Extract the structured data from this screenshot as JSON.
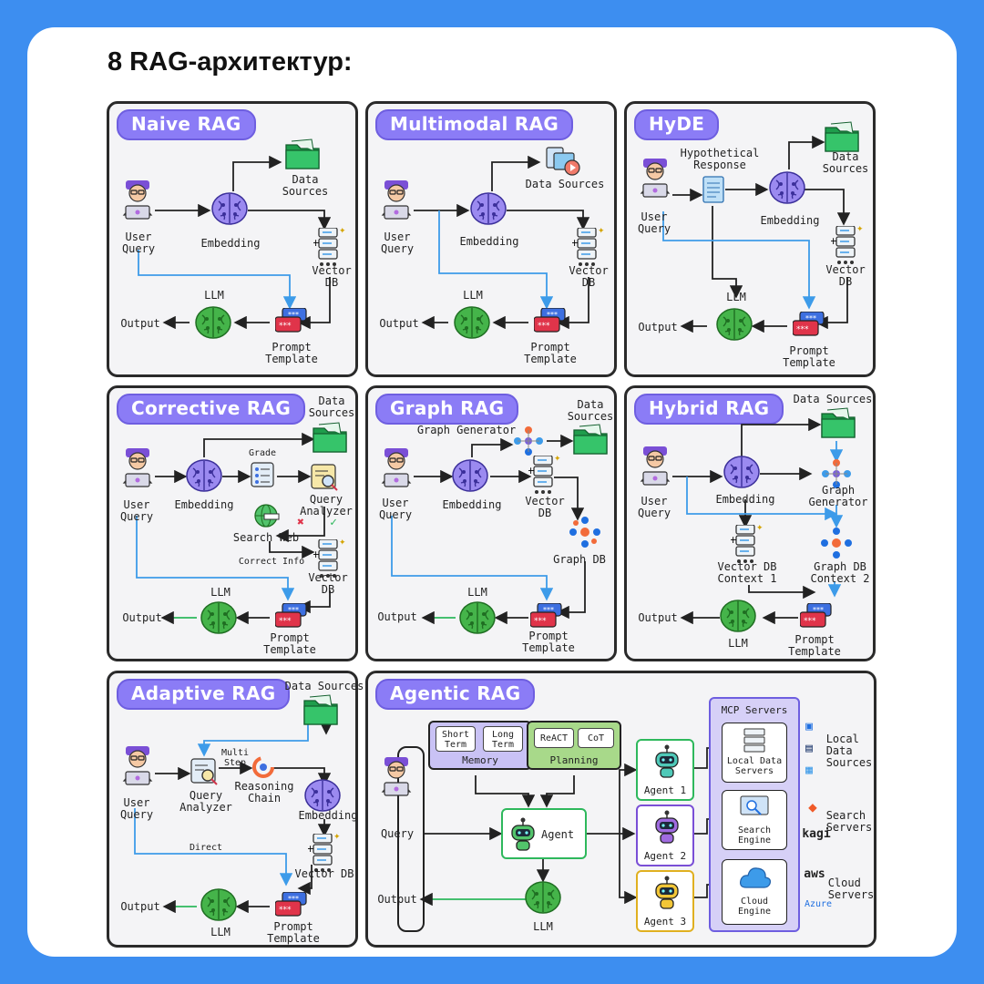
{
  "title": "8 RAG-архитектур:",
  "panels": {
    "naive": {
      "title": "Naive RAG",
      "user_query": "User\nQuery",
      "embedding": "Embedding",
      "data_sources": "Data\nSources",
      "vector_db": "Vector\nDB",
      "llm": "LLM",
      "output": "Output",
      "prompt_template": "Prompt\nTemplate"
    },
    "multimodal": {
      "title": "Multimodal RAG",
      "user_query": "User\nQuery",
      "embedding": "Embedding",
      "data_sources": "Data Sources",
      "vector_db": "Vector\nDB",
      "llm": "LLM",
      "output": "Output",
      "prompt_template": "Prompt\nTemplate"
    },
    "hyde": {
      "title": "HyDE",
      "hypothetical": "Hypothetical\nResponse",
      "user_query": "User\nQuery",
      "embedding": "Embedding",
      "data_sources": "Data\nSources",
      "vector_db": "Vector\nDB",
      "llm": "LLM",
      "output": "Output",
      "prompt_template": "Prompt\nTemplate"
    },
    "corrective": {
      "title": "Corrective RAG",
      "data_sources": "Data\nSources",
      "grade": "Grade",
      "user_query": "User\nQuery",
      "embedding": "Embedding",
      "query_analyzer": "Query\nAnalyzer",
      "search_web": "Search Web",
      "correct_info": "Correct Info",
      "vector_db": "Vector\nDB",
      "llm": "LLM",
      "output": "Output",
      "prompt_template": "Prompt\nTemplate"
    },
    "graph": {
      "title": "Graph RAG",
      "data_sources": "Data\nSources",
      "graph_generator": "Graph Generator",
      "user_query": "User\nQuery",
      "embedding": "Embedding",
      "vector_db": "Vector\nDB",
      "graph_db": "Graph DB",
      "llm": "LLM",
      "output": "Output",
      "prompt_template": "Prompt\nTemplate"
    },
    "hybrid": {
      "title": "Hybrid RAG",
      "data_sources": "Data Sources",
      "user_query": "User\nQuery",
      "embedding": "Embedding",
      "graph_generator": "Graph\nGenerator",
      "vector_db": "Vector DB\nContext 1",
      "graph_db": "Graph DB\nContext 2",
      "output": "Output",
      "llm": "LLM",
      "prompt_template": "Prompt\nTemplate"
    },
    "adaptive": {
      "title": "Adaptive RAG",
      "data_sources": "Data Sources",
      "multi_step": "Multi\nStep",
      "user_query": "User\nQuery",
      "query_analyzer": "Query\nAnalyzer",
      "reasoning_chain": "Reasoning\nChain",
      "embedding": "Embedding",
      "direct": "Direct",
      "vector_db": "Vector DB",
      "output": "Output",
      "llm": "LLM",
      "prompt_template": "Prompt\nTemplate"
    },
    "agentic": {
      "title": "Agentic RAG",
      "short_term": "Short\nTerm",
      "long_term": "Long\nTerm",
      "memory": "Memory",
      "react": "ReACT",
      "cot": "CoT",
      "planning": "Planning",
      "query": "Query",
      "agent": "Agent",
      "output": "Output",
      "llm": "LLM",
      "agent1": "Agent 1",
      "agent2": "Agent 2",
      "agent3": "Agent 3",
      "mcp_servers": "MCP Servers",
      "local_data_servers": "Local Data\nServers",
      "search_engine": "Search\nEngine",
      "cloud_engine": "Cloud\nEngine",
      "local_data_sources": "Local\nData\nSources",
      "search_servers": "Search\nServers",
      "kagi": "kagi",
      "aws": "aws",
      "cloud_servers": "Cloud\nServers",
      "azure": "Azure"
    }
  },
  "colors": {
    "background": "#3d8ef0",
    "title_pill": "#8b7cf6",
    "arrow_blue": "#3d9be9",
    "llm_green": "#3fae3c",
    "data_green": "#2eb85c",
    "memory_purple": "#c9c2f5",
    "planning_green": "#a8d98a",
    "mcp_purple": "#d6d0f7"
  }
}
